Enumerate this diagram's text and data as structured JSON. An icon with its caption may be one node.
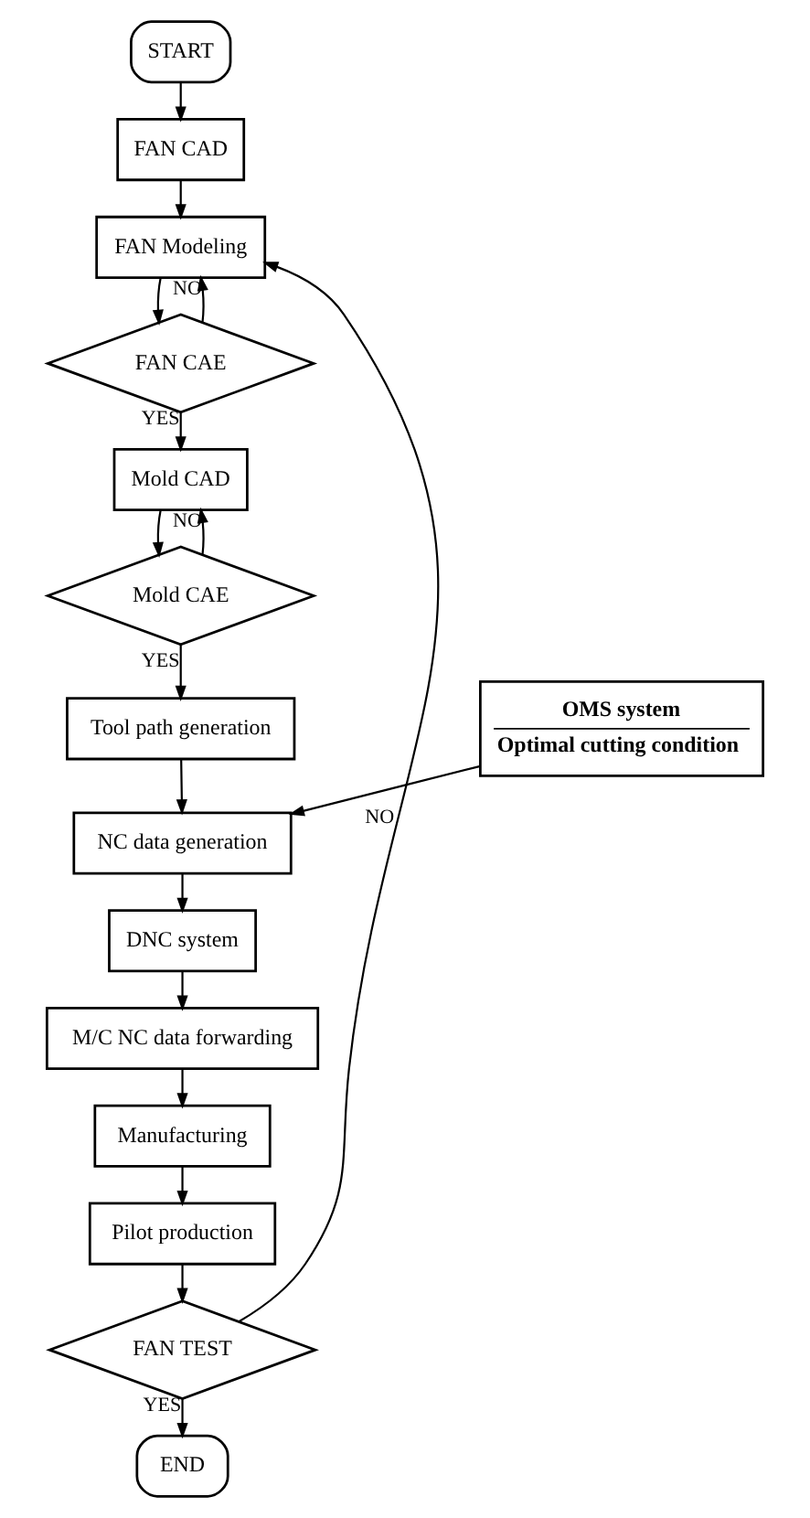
{
  "diagram": {
    "nodes": [
      {
        "text": [
          "START"
        ]
      },
      {
        "text": [
          "FAN CAD"
        ]
      },
      {
        "text": [
          "FAN Modeling"
        ]
      },
      {
        "text": [
          "FAN CAE"
        ]
      },
      {
        "text": [
          "Mold CAD"
        ]
      },
      {
        "text": [
          "Mold CAE"
        ]
      },
      {
        "text": [
          "Tool path generation"
        ]
      },
      {
        "text": [
          "OMS system",
          "Optimal cutting condition"
        ]
      },
      {
        "text": [
          "NC data generation"
        ]
      },
      {
        "text": [
          "DNC system"
        ]
      },
      {
        "text": [
          "M/C NC data forwarding"
        ]
      },
      {
        "text": [
          "Manufacturing"
        ]
      },
      {
        "text": [
          "Pilot production"
        ]
      },
      {
        "text": [
          "FAN TEST"
        ]
      },
      {
        "text": [
          "END"
        ]
      }
    ],
    "edges": [
      {
        "from": 0,
        "to": 1,
        "arrow": "to"
      },
      {
        "from": 1,
        "to": 2,
        "arrow": "to"
      },
      {
        "from": 2,
        "to": 3,
        "arrow": "to"
      },
      {
        "from": 3,
        "to": 4,
        "arrow": "to",
        "label": "YES"
      },
      {
        "from": 3,
        "to": 2,
        "arrow": "to",
        "label": "NO"
      },
      {
        "from": 4,
        "to": 5,
        "arrow": "to"
      },
      {
        "from": 5,
        "to": 6,
        "arrow": "to",
        "label": "YES"
      },
      {
        "from": 5,
        "to": 4,
        "arrow": "to",
        "label": "NO"
      },
      {
        "from": 6,
        "to": 8,
        "arrow": "to"
      },
      {
        "from": 7,
        "to": 8,
        "arrow": "to"
      },
      {
        "from": 8,
        "to": 9,
        "arrow": "to"
      },
      {
        "from": 9,
        "to": 10,
        "arrow": "to"
      },
      {
        "from": 10,
        "to": 11,
        "arrow": "to"
      },
      {
        "from": 11,
        "to": 12,
        "arrow": "to"
      },
      {
        "from": 12,
        "to": 13,
        "arrow": "to"
      },
      {
        "from": 13,
        "to": 14,
        "arrow": "to",
        "label": "YES"
      },
      {
        "from": 13,
        "to": 2,
        "arrow": "to",
        "label": "NO"
      }
    ]
  }
}
